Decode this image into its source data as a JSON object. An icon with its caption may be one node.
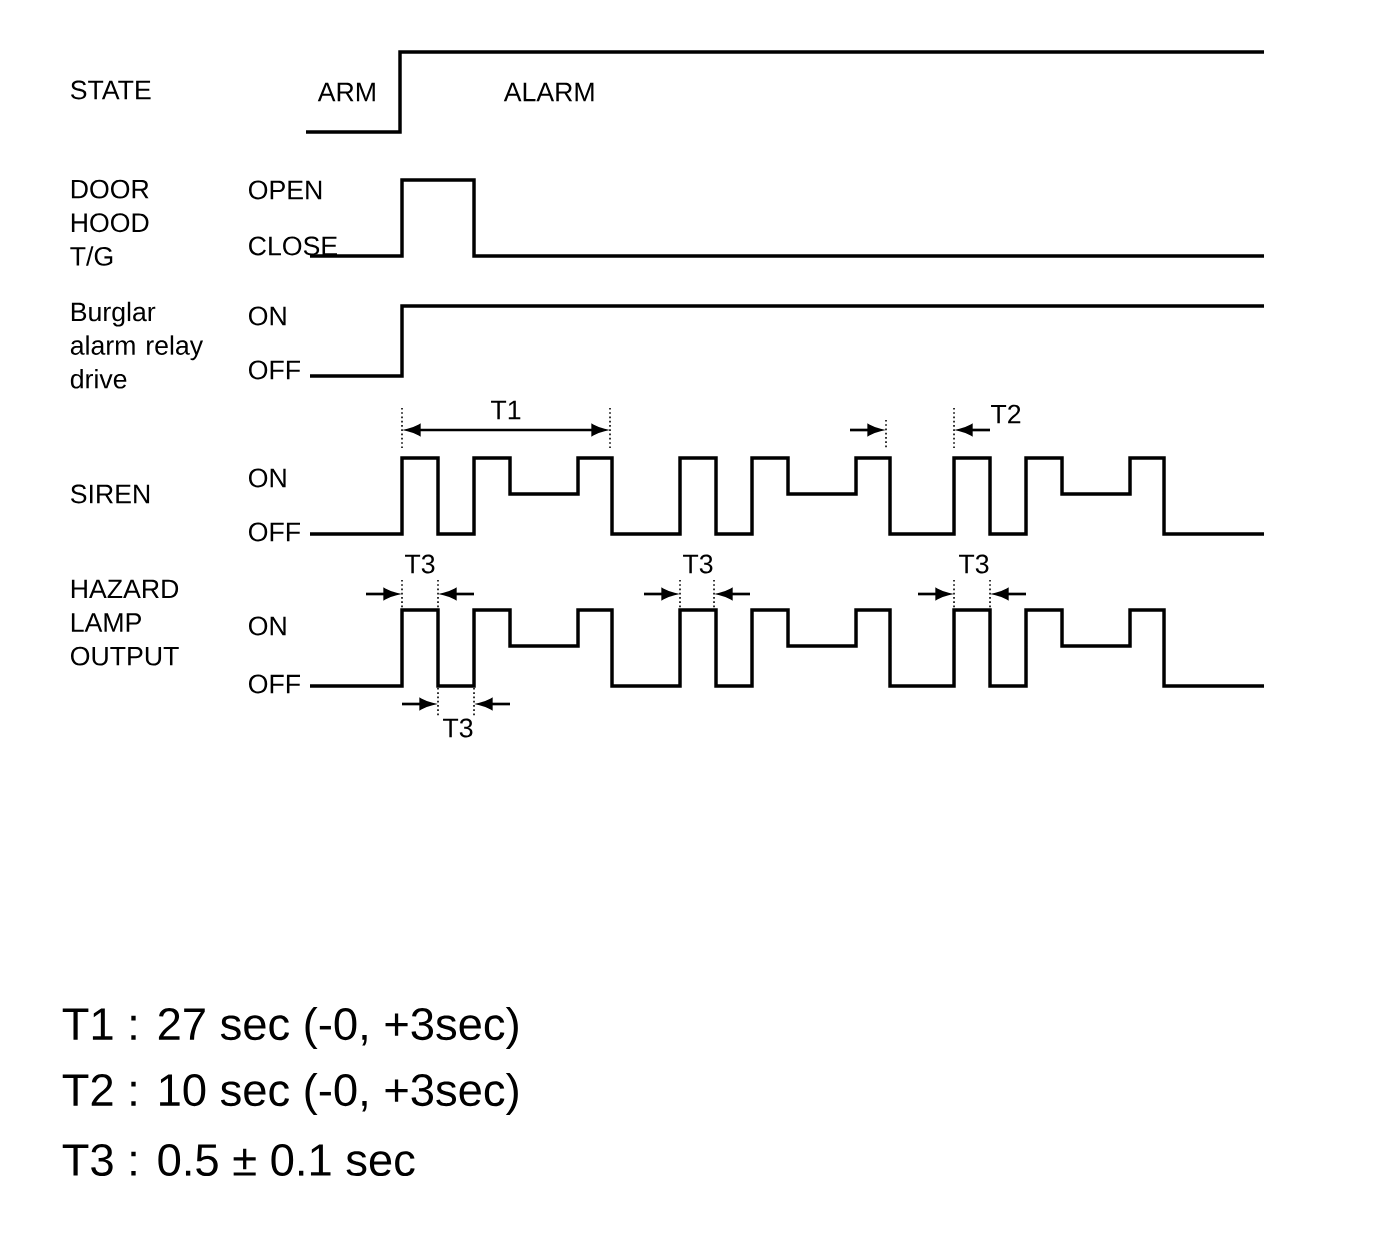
{
  "diagram": {
    "labels": [
      "STATE",
      "ARM",
      "ALARM",
      "DOOR HOOD T/G",
      "OPEN",
      "CLOSE",
      "Burglar alarm relay drive",
      "ON",
      "OFF",
      "T1",
      "T2",
      "SIREN",
      "ON",
      "OFF",
      "T3",
      "T3",
      "T3",
      "HAZARD LAMP OUTPUT",
      "ON",
      "OFF",
      "T3",
      "T1 : 27 sec (-0, +3sec)",
      "T2 : 10 sec (-0, +3sec)",
      "T3 : 0.5 ± 0.1 sec"
    ]
  }
}
